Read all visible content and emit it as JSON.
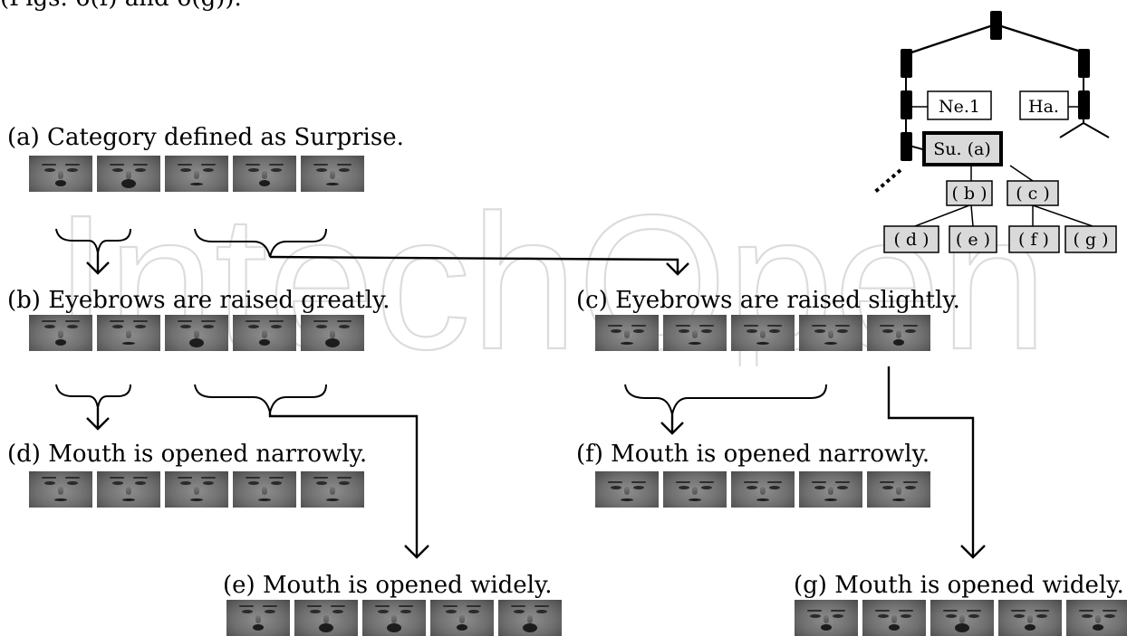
{
  "header_fragment": "(Figs. 6(f) and 6(g)).",
  "watermark": "IntechOpen",
  "captions": {
    "a": "(a)  Category defined as Surprise.",
    "b": "(b) Eyebrows are raised greatly.",
    "c": "(c) Eyebrows are raised slightly.",
    "d": "(d)  Mouth is opened narrowly.",
    "e": "(e)  Mouth is opened widely.",
    "f": "(f)  Mouth is opened narrowly.",
    "g": "(g)  Mouth is opened widely."
  },
  "tree": {
    "nodes": {
      "ne1": "Ne.1",
      "ha": "Ha.",
      "su": "Su. (a)",
      "b": "( b )",
      "c": "( c )",
      "d": "( d )",
      "e": "( e )",
      "f": "( f )",
      "g": "( g )"
    },
    "node_fill": "#d9d9d9"
  },
  "face_strips": {
    "a": [
      {
        "brow": "mid",
        "mouth": "oval"
      },
      {
        "brow": "mid",
        "mouth": "wide"
      },
      {
        "brow": "mid",
        "mouth": "narrow"
      },
      {
        "brow": "mid",
        "mouth": "oval"
      },
      {
        "brow": "mid",
        "mouth": "narrow"
      }
    ],
    "b": [
      {
        "brow": "high",
        "mouth": "oval"
      },
      {
        "brow": "high",
        "mouth": "narrow"
      },
      {
        "brow": "high",
        "mouth": "wide"
      },
      {
        "brow": "high",
        "mouth": "oval"
      },
      {
        "brow": "high",
        "mouth": "wide"
      }
    ],
    "c": [
      {
        "brow": "low",
        "mouth": "narrow"
      },
      {
        "brow": "low",
        "mouth": "narrow"
      },
      {
        "brow": "low",
        "mouth": "narrow"
      },
      {
        "brow": "low",
        "mouth": "narrow"
      },
      {
        "brow": "low",
        "mouth": "oval"
      }
    ],
    "d": [
      {
        "brow": "high",
        "mouth": "narrow"
      },
      {
        "brow": "high",
        "mouth": "narrow"
      },
      {
        "brow": "high",
        "mouth": "narrow"
      },
      {
        "brow": "high",
        "mouth": "narrow"
      },
      {
        "brow": "high",
        "mouth": "narrow"
      }
    ],
    "e": [
      {
        "brow": "high",
        "mouth": "oval"
      },
      {
        "brow": "high",
        "mouth": "wide"
      },
      {
        "brow": "high",
        "mouth": "wide"
      },
      {
        "brow": "high",
        "mouth": "oval"
      },
      {
        "brow": "high",
        "mouth": "wide"
      }
    ],
    "f": [
      {
        "brow": "low",
        "mouth": "narrow"
      },
      {
        "brow": "low",
        "mouth": "narrow"
      },
      {
        "brow": "low",
        "mouth": "narrow"
      },
      {
        "brow": "low",
        "mouth": "narrow"
      },
      {
        "brow": "low",
        "mouth": "narrow"
      }
    ],
    "g": [
      {
        "brow": "low",
        "mouth": "oval"
      },
      {
        "brow": "low",
        "mouth": "oval"
      },
      {
        "brow": "low",
        "mouth": "wide"
      },
      {
        "brow": "low",
        "mouth": "oval"
      },
      {
        "brow": "low",
        "mouth": "oval"
      }
    ]
  }
}
